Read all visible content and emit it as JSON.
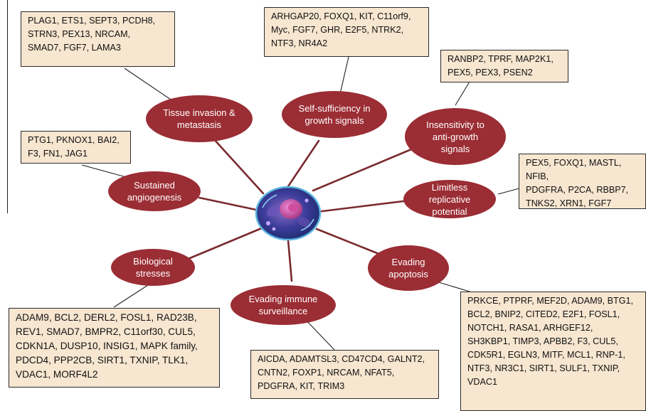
{
  "colors": {
    "hallmark_fill": "#9b2d34",
    "box_fill": "#f7e6d0",
    "connector": "#7a2a2f",
    "leader": "#222222"
  },
  "center_image": {
    "icon": "cell-icon"
  },
  "hallmarks": [
    {
      "label": "Tissue invasion &\nmetastasis"
    },
    {
      "label": "Self-sufficiency in\ngrowth signals"
    },
    {
      "label": "Insensitivity to\nanti-growth\nsignals"
    },
    {
      "label": "Sustained\nangiogenesis"
    },
    {
      "label": "Limitless\nreplicative\npotential"
    },
    {
      "label": "Biological\nstresses"
    },
    {
      "label": "Evading\napoptosis"
    },
    {
      "label": "Evading immune\nsurveillance"
    }
  ],
  "gene_boxes": [
    {
      "text": "PLAG1, ETS1, SEPT3, PCDH8,\nSTRN3, PEX13, NRCAM,\nSMAD7, FGF7, LAMA3"
    },
    {
      "text": "ARHGAP20, FOXQ1, KIT, C11orf9,\nMyc, FGF7, GHR, E2F5, NTRK2,\nNTF3, NR4A2"
    },
    {
      "text": "RANBP2, TPRF, MAP2K1,\nPEX5, PEX3, PSEN2"
    },
    {
      "text": "PTG1, PKNOX1, BAI2,\nF3, FN1, JAG1"
    },
    {
      "text": "PEX5, FOXQ1, MASTL, NFIB,\nPDGFRA, P2CA, RBBP7,\nTNKS2, XRN1, FGF7"
    },
    {
      "text": "ADAM9, BCL2, DERL2, FOSL1, RAD23B,\nREV1, SMAD7, BMPR2, C11orf30, CUL5,\nCDKN1A, DUSP10, INSIG1, MAPK family,\nPDCD4, PPP2CB, SIRT1, TXNIP, TLK1,\nVDAC1, MORF4L2"
    },
    {
      "text": "PRKCE, PTPRF, MEF2D, ADAM9, BTG1,\nBCL2, BNIP2, CITED2, E2F1, FOSL1,\nNOTCH1,      RASA1,      ARHGEF12,\nSH3KBP1, TIMP3, APBB2, F3, CUL5,\nCDK5R1, EGLN3, MITF, MCL1, RNP-1,\nNTF3, NR3C1, SIRT1, SULF1, TXNIP,\nVDAC1"
    },
    {
      "text": "AICDA, ADAMTSL3, CD47CD4, GALNT2,\nCNTN2, FOXP1, NRCAM, NFAT5,\nPDGFRA, KIT, TRIM3"
    }
  ]
}
